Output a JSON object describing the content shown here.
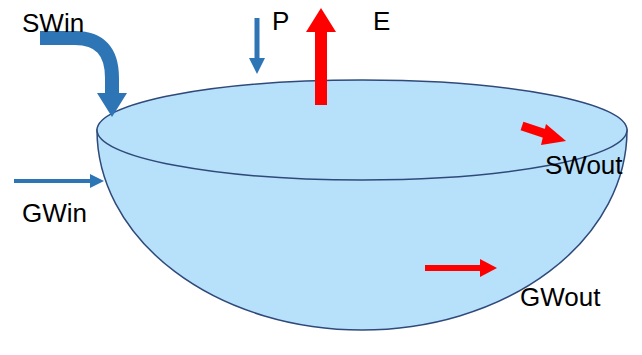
{
  "diagram": {
    "labels": [
      "SWin",
      "P",
      "E",
      "SWout",
      "GWin",
      "GWout"
    ]
  }
}
